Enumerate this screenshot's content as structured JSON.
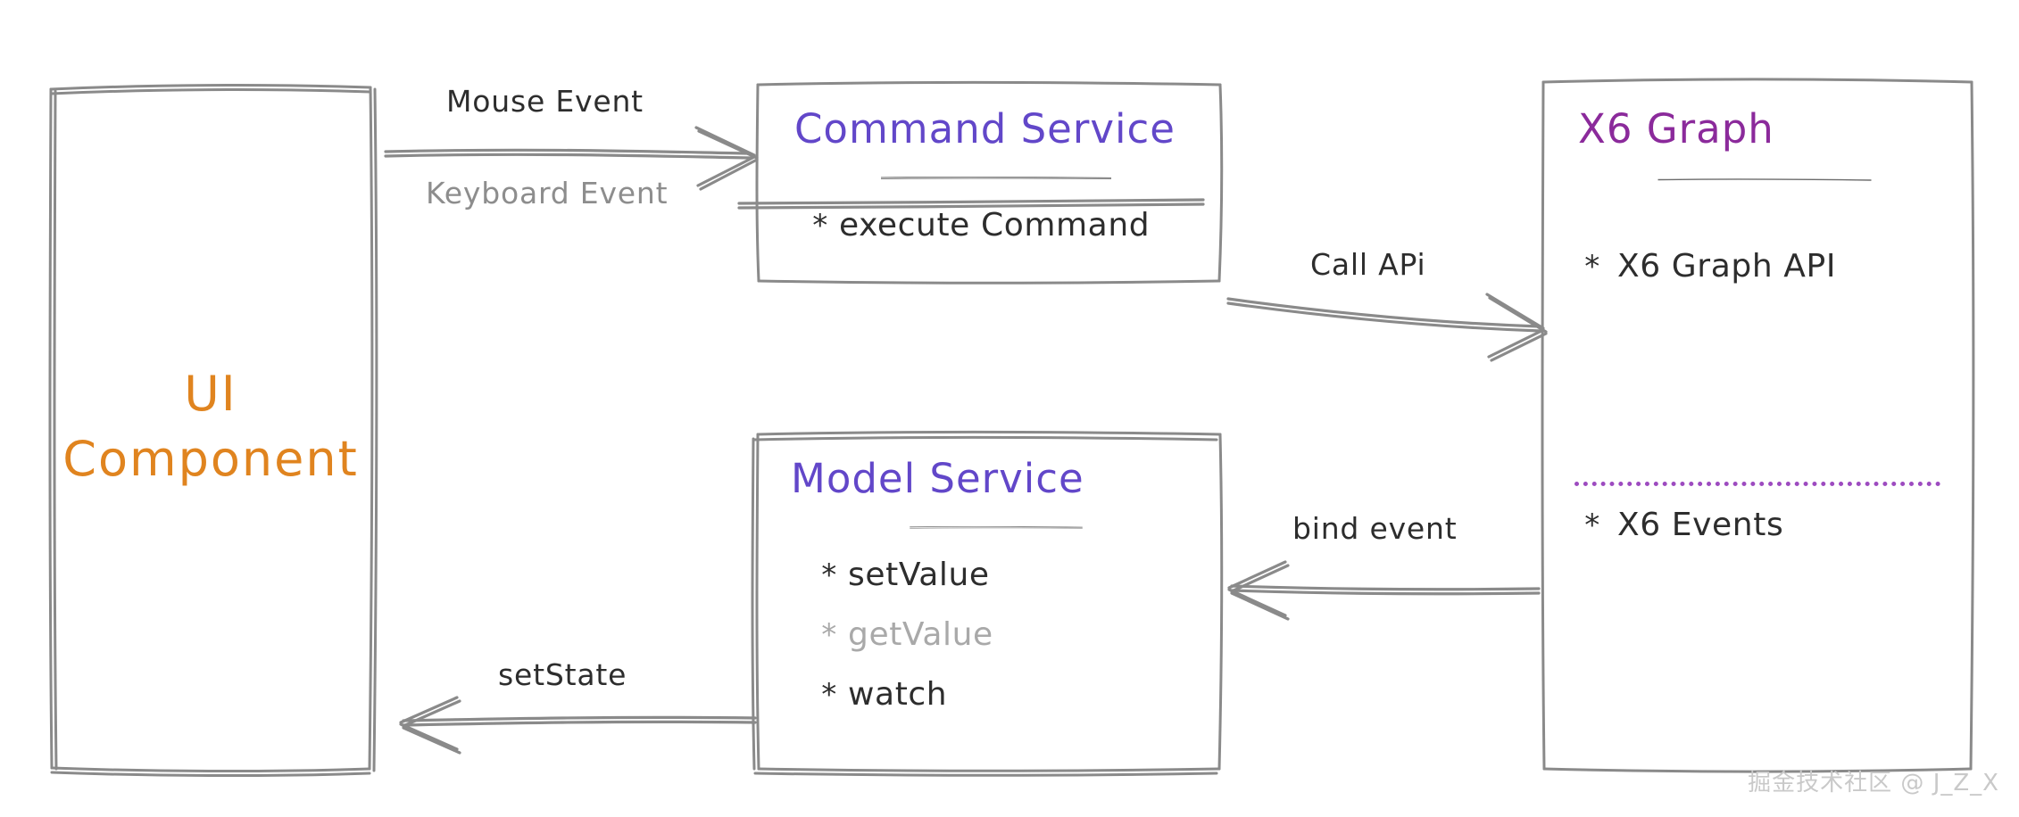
{
  "diagram": {
    "title": "UI Component / Service / X6 Graph architecture",
    "colors": {
      "ui_component": "#E0841F",
      "service_title": "#6247C9",
      "x6_title": "#8B2A9B",
      "dotted_divider": "#9D4BC0",
      "stroke": "#8a8a8a",
      "text": "#2d2d2d",
      "muted_text": "#a9a9a9",
      "watermark": "#c9c9c9"
    }
  },
  "ui_component": {
    "name": "UI Component",
    "line1": "UI",
    "line2": "Component"
  },
  "command_service": {
    "title": "Command Service",
    "items": [
      {
        "bullet": "*",
        "label": "execute Command",
        "muted": false
      }
    ]
  },
  "model_service": {
    "title": "Model Service",
    "items": [
      {
        "bullet": "*",
        "label": "setValue",
        "muted": false
      },
      {
        "bullet": "*",
        "label": "getValue",
        "muted": true
      },
      {
        "bullet": "*",
        "label": "watch",
        "muted": false
      }
    ]
  },
  "x6_graph": {
    "title": "X6 Graph",
    "items_top": [
      {
        "bullet": "*",
        "label": "X6 Graph API",
        "muted": false
      }
    ],
    "items_bottom": [
      {
        "bullet": "*",
        "label": "X6 Events",
        "muted": false
      }
    ]
  },
  "edges": [
    {
      "id": "mouse-event",
      "label": "Mouse Event",
      "from": "UI Component",
      "to": "Command Service",
      "muted": false
    },
    {
      "id": "keyboard-event",
      "label": "Keyboard Event",
      "from": "UI Component",
      "to": "Command Service",
      "muted": true
    },
    {
      "id": "call-api",
      "label": "Call APi",
      "from": "Command Service",
      "to": "X6 Graph",
      "muted": false
    },
    {
      "id": "bind-event",
      "label": "bind event",
      "from": "X6 Graph",
      "to": "Model Service",
      "muted": false
    },
    {
      "id": "set-state",
      "label": "setState",
      "from": "Model Service",
      "to": "UI Component",
      "muted": false
    }
  ],
  "watermark": {
    "text": "掘金技术社区 @ J_Z_X"
  }
}
